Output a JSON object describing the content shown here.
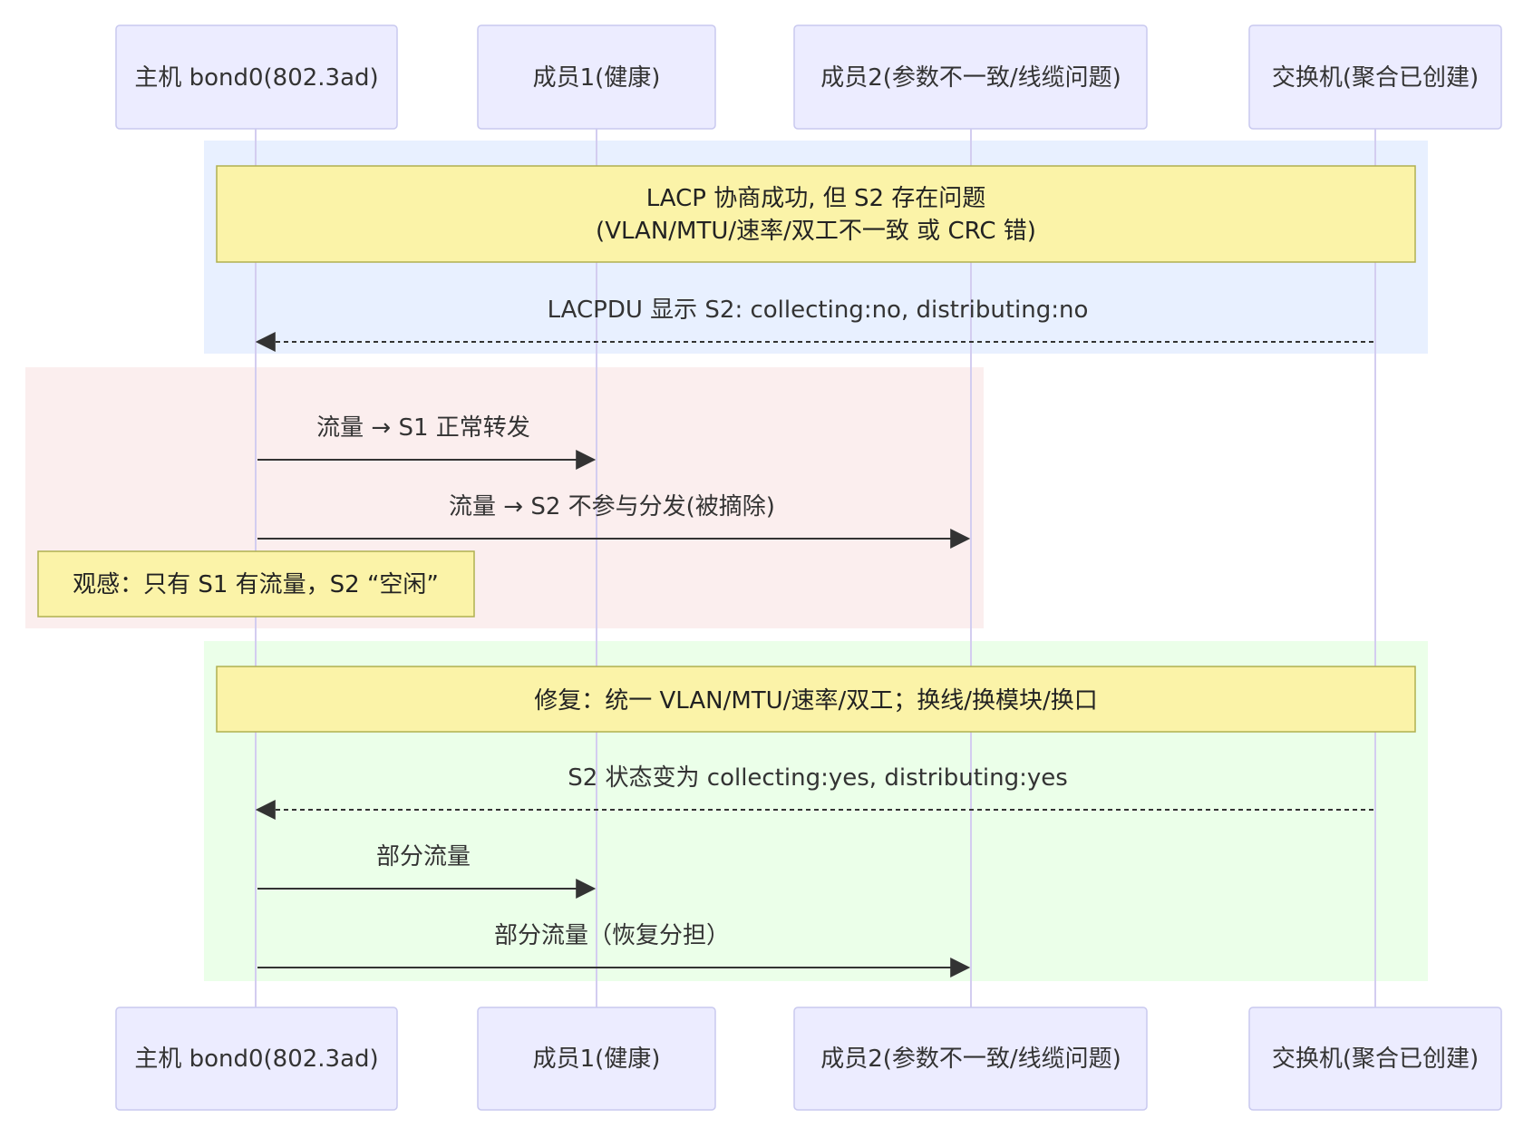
{
  "participants": [
    {
      "id": "host",
      "label": "主机 bond0(802.3ad)"
    },
    {
      "id": "s1",
      "label": "成员1(健康)"
    },
    {
      "id": "s2",
      "label": "成员2(参数不一致/线缆问题)"
    },
    {
      "id": "sw",
      "label": "交换机(聚合已创建)"
    }
  ],
  "sections": [
    {
      "color": "#e8f0ff",
      "note": {
        "lines": [
          "LACP 协商成功, 但 S2 存在问题",
          "(VLAN/MTU/速率/双工不一致 或 CRC 错)"
        ]
      },
      "messages": [
        {
          "label": "LACPDU 显示 S2: collecting:no, distributing:no",
          "from": "sw",
          "to": "host",
          "dashed": true
        }
      ]
    },
    {
      "color": "#fbeeee",
      "messages": [
        {
          "label": "流量 → S1 正常转发",
          "from": "host",
          "to": "s1",
          "dashed": false
        },
        {
          "label": "流量 → S2 不参与分发(被摘除)",
          "from": "host",
          "to": "s2",
          "dashed": false
        }
      ],
      "note": {
        "lines": [
          "观感：只有 S1 有流量，S2 “空闲”"
        ]
      }
    },
    {
      "color": "#ebffe9",
      "note": {
        "lines": [
          "修复：统一 VLAN/MTU/速率/双工；换线/换模块/换口"
        ]
      },
      "messages": [
        {
          "label": "S2 状态变为 collecting:yes, distributing:yes",
          "from": "sw",
          "to": "host",
          "dashed": true
        },
        {
          "label": "部分流量",
          "from": "host",
          "to": "s1",
          "dashed": false
        },
        {
          "label": "部分流量（恢复分担）",
          "from": "host",
          "to": "s2",
          "dashed": false
        }
      ]
    }
  ],
  "colors": {
    "actor_fill": "#ececff",
    "actor_stroke": "#c9c9ef",
    "lifeline": "#d3cdf0",
    "note_fill": "#fbf3a8",
    "note_stroke": "#b0b050",
    "arrow": "#333333"
  }
}
